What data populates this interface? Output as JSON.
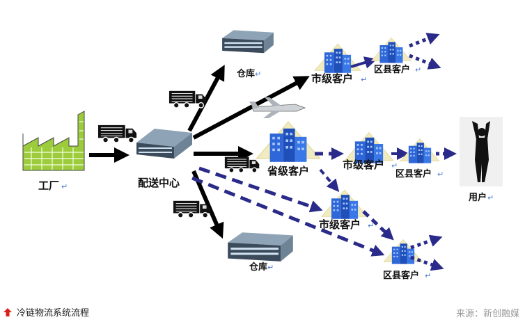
{
  "diagram": {
    "nodes": {
      "factory": "工厂",
      "distribution_center": "配送中心",
      "warehouse_top": "仓库",
      "warehouse_bottom": "仓库",
      "provincial_customer": "省级客户",
      "city_customer_top": "市级客户",
      "county_customer_top": "区县客户",
      "city_customer_mid": "市级客户",
      "county_customer_mid": "区县客户",
      "city_customer_bottom": "市级客户",
      "county_customer_bottom": "区县客户",
      "end_user": "用户"
    },
    "return_mark": "↵"
  },
  "footer": {
    "title": "冷链物流系统流程",
    "source": "来源：新创融媒"
  },
  "colors": {
    "solid_arrow": "#000000",
    "dashed_arrow": "#2a2a8a",
    "factory_green": "#9ccc3c",
    "building_blue": "#2f67d8",
    "node_bg": "#f1ebc1",
    "footer_icon": "#d9201c"
  }
}
